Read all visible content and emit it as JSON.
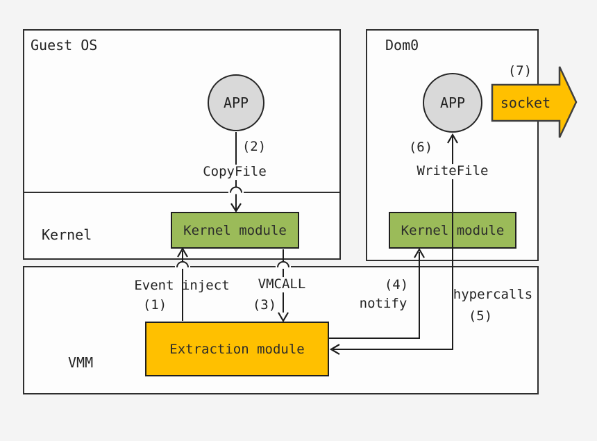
{
  "colors": {
    "background": "#f4f4f4",
    "box_fill": "#fdfdfd",
    "border": "#2e2e2e",
    "module_green": "#9BBB59",
    "module_orange": "#FFC000",
    "app_circle_fill": "#D9D9D9",
    "connector": "#1c1c1c"
  },
  "guest_os": {
    "label": "Guest OS",
    "kernel_label": "Kernel",
    "app_label": "APP",
    "kernel_module_label": "Kernel module"
  },
  "dom0": {
    "label": "Dom0",
    "app_label": "APP",
    "kernel_module_label": "Kernel module"
  },
  "vmm": {
    "label": "VMM",
    "extraction_module_label": "Extraction module"
  },
  "flows": {
    "event_inject": {
      "num": "(1)",
      "label": "Event inject"
    },
    "copyfile": {
      "num": "(2)",
      "label": "CopyFile"
    },
    "vmcall": {
      "num": "(3)",
      "label": "VMCALL"
    },
    "notify": {
      "num": "(4)",
      "label": "notify"
    },
    "hypercalls": {
      "num": "(5)",
      "label": "hypercalls"
    },
    "writefile": {
      "num": "(6)",
      "label": "WriteFile"
    },
    "socket": {
      "num": "(7)",
      "label": "socket"
    }
  }
}
